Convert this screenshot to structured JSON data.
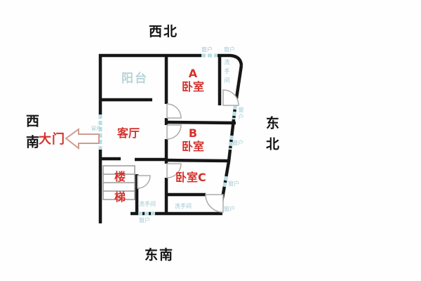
{
  "title": "apartment-floor-plan",
  "compass": {
    "northwest": "西北",
    "southwest": "西南",
    "northeast": "东北",
    "southeast": "东南"
  },
  "entrance": {
    "label": "大门"
  },
  "rooms": {
    "balcony": "阳台",
    "bedroom_a_letter": "A",
    "bedroom_a_word": "卧室",
    "living_room": "客厅",
    "bedroom_b_letter": "B",
    "bedroom_b_word": "卧室",
    "bedroom_c": "卧室C",
    "stairs": "楼梯",
    "bathroom": "洗手间"
  },
  "fixtures": {
    "window": "窗户"
  },
  "colors": {
    "wall": "#161616",
    "room_label_red": "#d4312c",
    "fixture_blue": "#9fc8d0",
    "window_blue": "#b9dde2",
    "arrow_pink": "#cf9b93",
    "stairs_gray": "#9a9a9a",
    "door_arc_gray": "#ababab",
    "compass_black": "#141414"
  }
}
